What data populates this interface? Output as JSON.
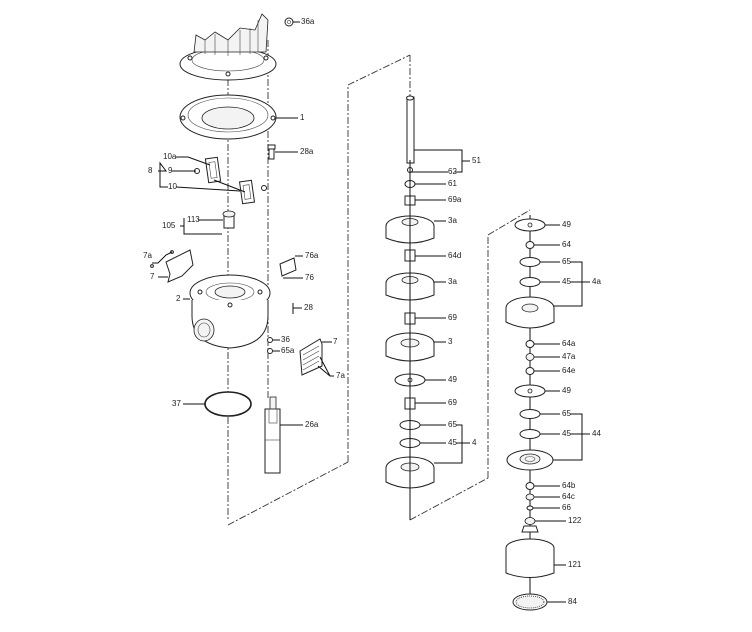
{
  "diagram": {
    "type": "exploded-parts-diagram",
    "background": "#ffffff",
    "line_color": "#111111",
    "labels": {
      "l36a": "36a",
      "l1": "1",
      "l28a": "28a",
      "l10a": "10a",
      "l8": "8",
      "l9": "9",
      "l10": "10",
      "l113": "113",
      "l105": "105",
      "l7a_left": "7a",
      "l7_left": "7",
      "l76a": "76a",
      "l76": "76",
      "l2": "2",
      "l28": "28",
      "l36": "36",
      "l65a": "65a",
      "l7_right": "7",
      "l7a_right": "7a",
      "l37": "37",
      "l26a": "26a",
      "l51": "51",
      "l62": "62",
      "l61": "61",
      "l69a": "69a",
      "l3a_top": "3a",
      "l64d": "64d",
      "l3a_mid": "3a",
      "l69_top": "69",
      "l3": "3",
      "l49_mid": "49",
      "l69_bottom": "69",
      "l65_mid": "65",
      "l45_mid": "45",
      "l4": "4",
      "l49_r1": "49",
      "l64": "64",
      "l65_r1": "65",
      "l45_r1": "45",
      "l4a": "4a",
      "l64a": "64a",
      "l47a": "47a",
      "l64e": "64e",
      "l49_r2": "49",
      "l65_r2": "65",
      "l45_r2": "45",
      "l44": "44",
      "l64b": "64b",
      "l64c": "64c",
      "l66": "66",
      "l122": "122",
      "l121": "121",
      "l84": "84"
    }
  }
}
